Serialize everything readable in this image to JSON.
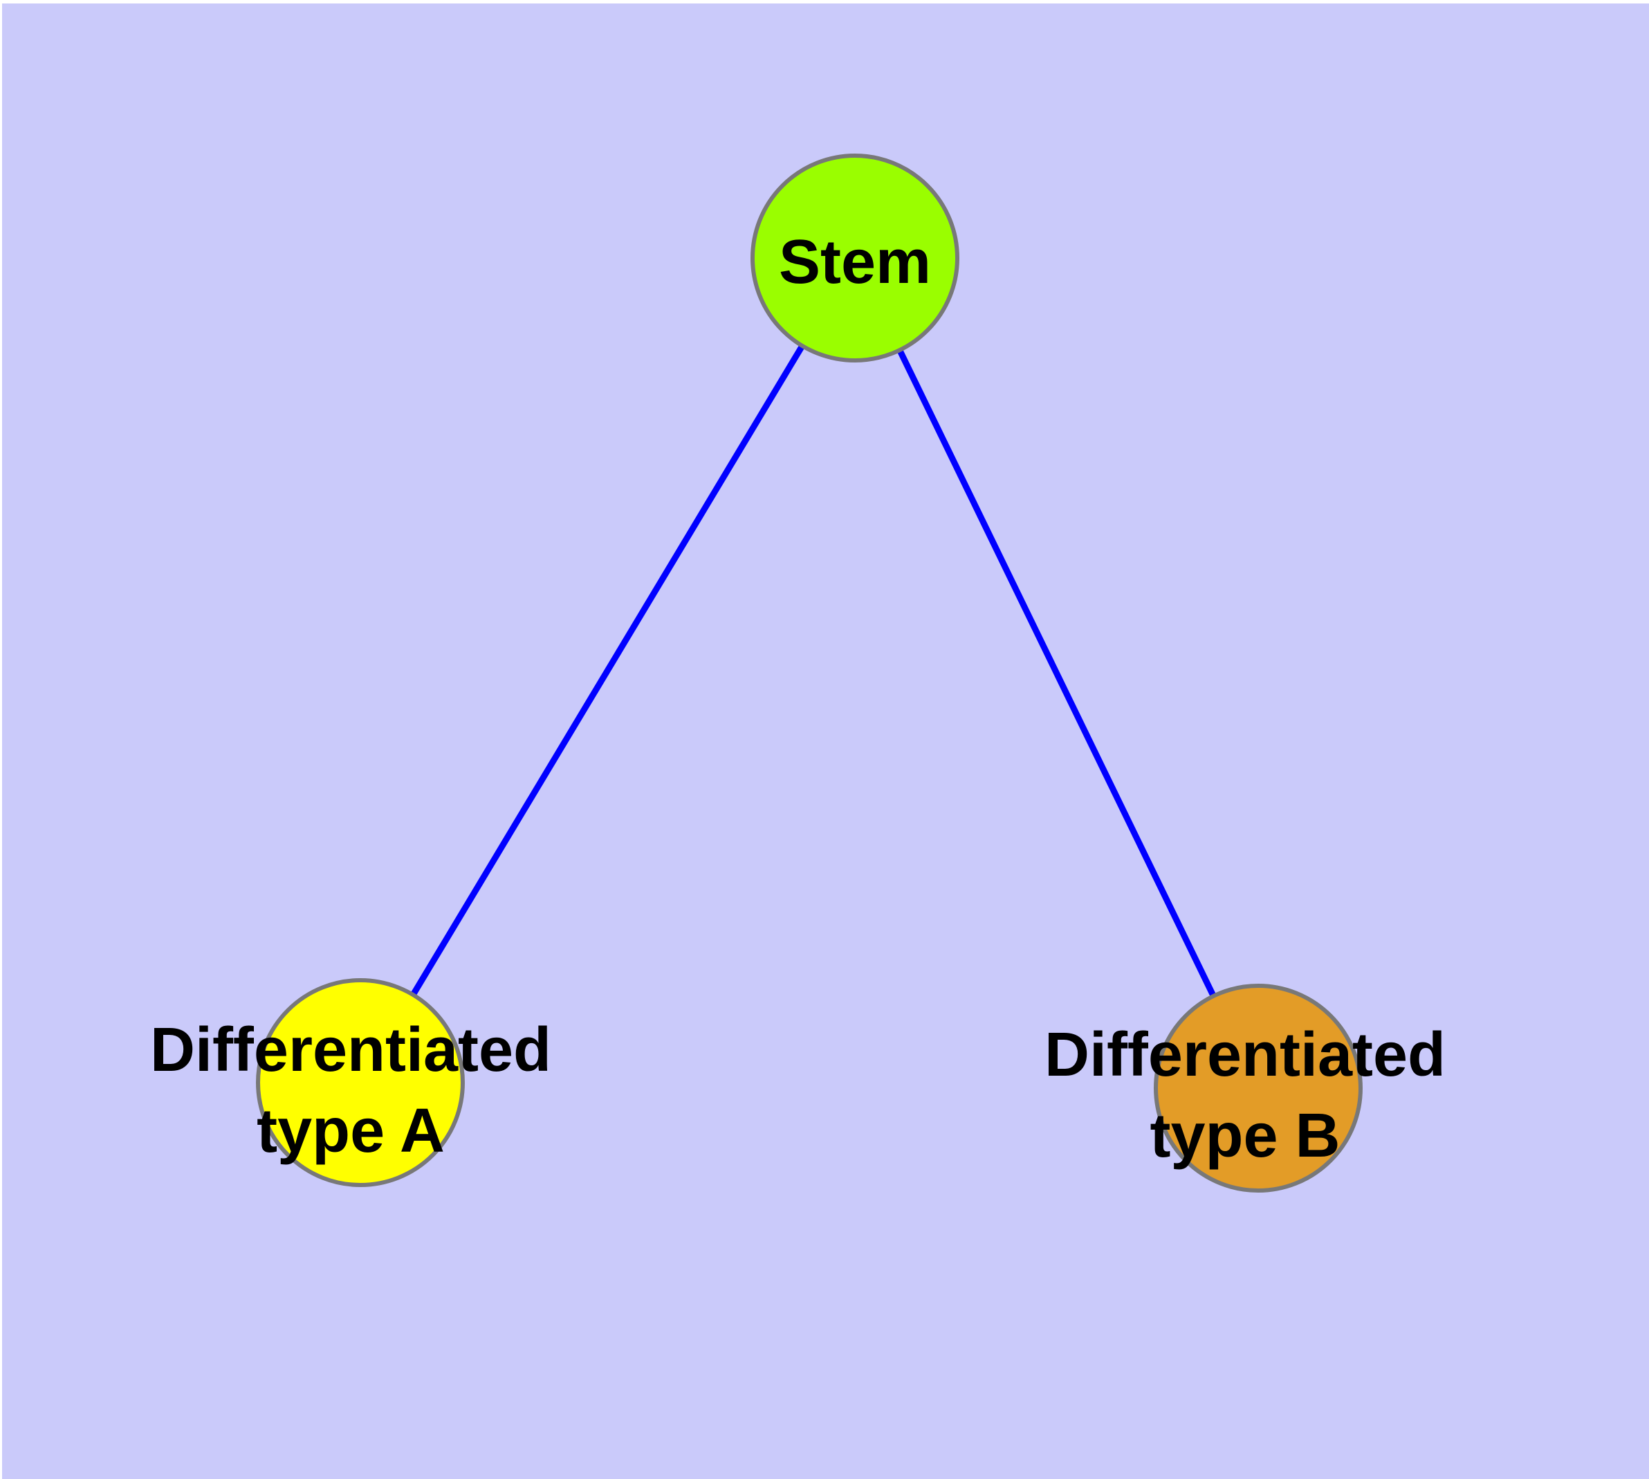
{
  "diagram": {
    "type": "graph",
    "background_color": "#CACAFA",
    "margin_color": "#FFFFFF",
    "edge_color": "#0000FF",
    "node_outline_color": "#787878",
    "label_color": "#000000",
    "nodes": [
      {
        "id": "stem",
        "label": "Stem",
        "line1": "Stem",
        "line2": "",
        "shape": "circle",
        "color": "#9AFE00"
      },
      {
        "id": "differentiated-type-a",
        "label": "Differentiated type A",
        "line1": "Differentiated",
        "line2": "type A",
        "shape": "circle",
        "color": "#FFFF00"
      },
      {
        "id": "differentiated-type-b",
        "label": "Differentiated type B",
        "line1": "Differentiated",
        "line2": "type B",
        "shape": "circle",
        "color": "#E39C27"
      }
    ],
    "edges": [
      {
        "from": "Stem",
        "to": "Differentiated type A"
      },
      {
        "from": "Stem",
        "to": "Differentiated type B"
      }
    ]
  }
}
